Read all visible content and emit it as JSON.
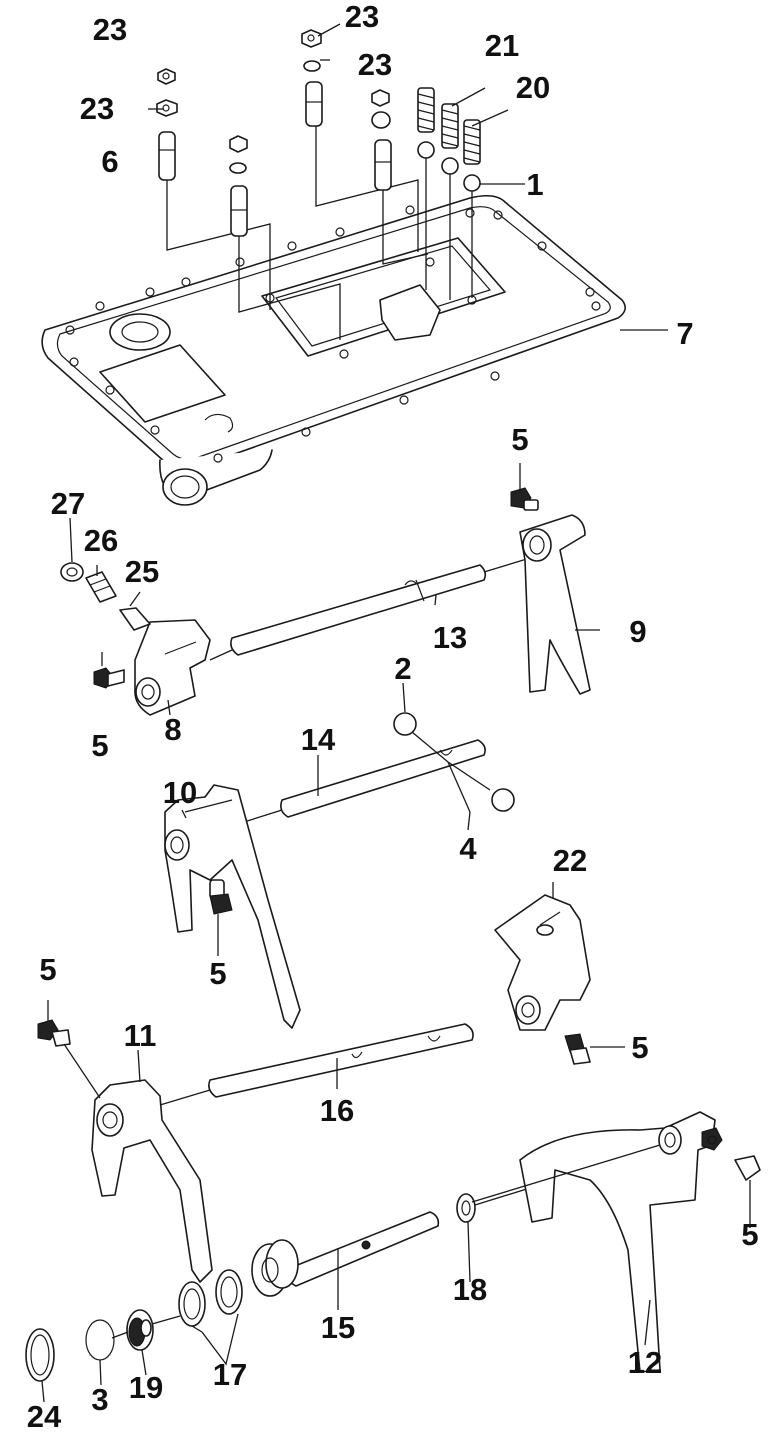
{
  "callouts": {
    "c1": "1",
    "c2": "2",
    "c3": "3",
    "c4": "4",
    "c5a": "5",
    "c5b": "5",
    "c5c": "5",
    "c5d": "5",
    "c5e": "5",
    "c5f": "5",
    "c6": "6",
    "c7": "7",
    "c8": "8",
    "c9": "9",
    "c10": "10",
    "c11": "11",
    "c12": "12",
    "c13": "13",
    "c14": "14",
    "c15": "15",
    "c16": "16",
    "c17": "17",
    "c18": "18",
    "c19": "19",
    "c20": "20",
    "c21": "21",
    "c22": "22",
    "c23a": "23",
    "c23b": "23",
    "c23c": "23",
    "c23d": "23",
    "c24": "24",
    "c25": "25",
    "c26": "26",
    "c27": "27"
  }
}
